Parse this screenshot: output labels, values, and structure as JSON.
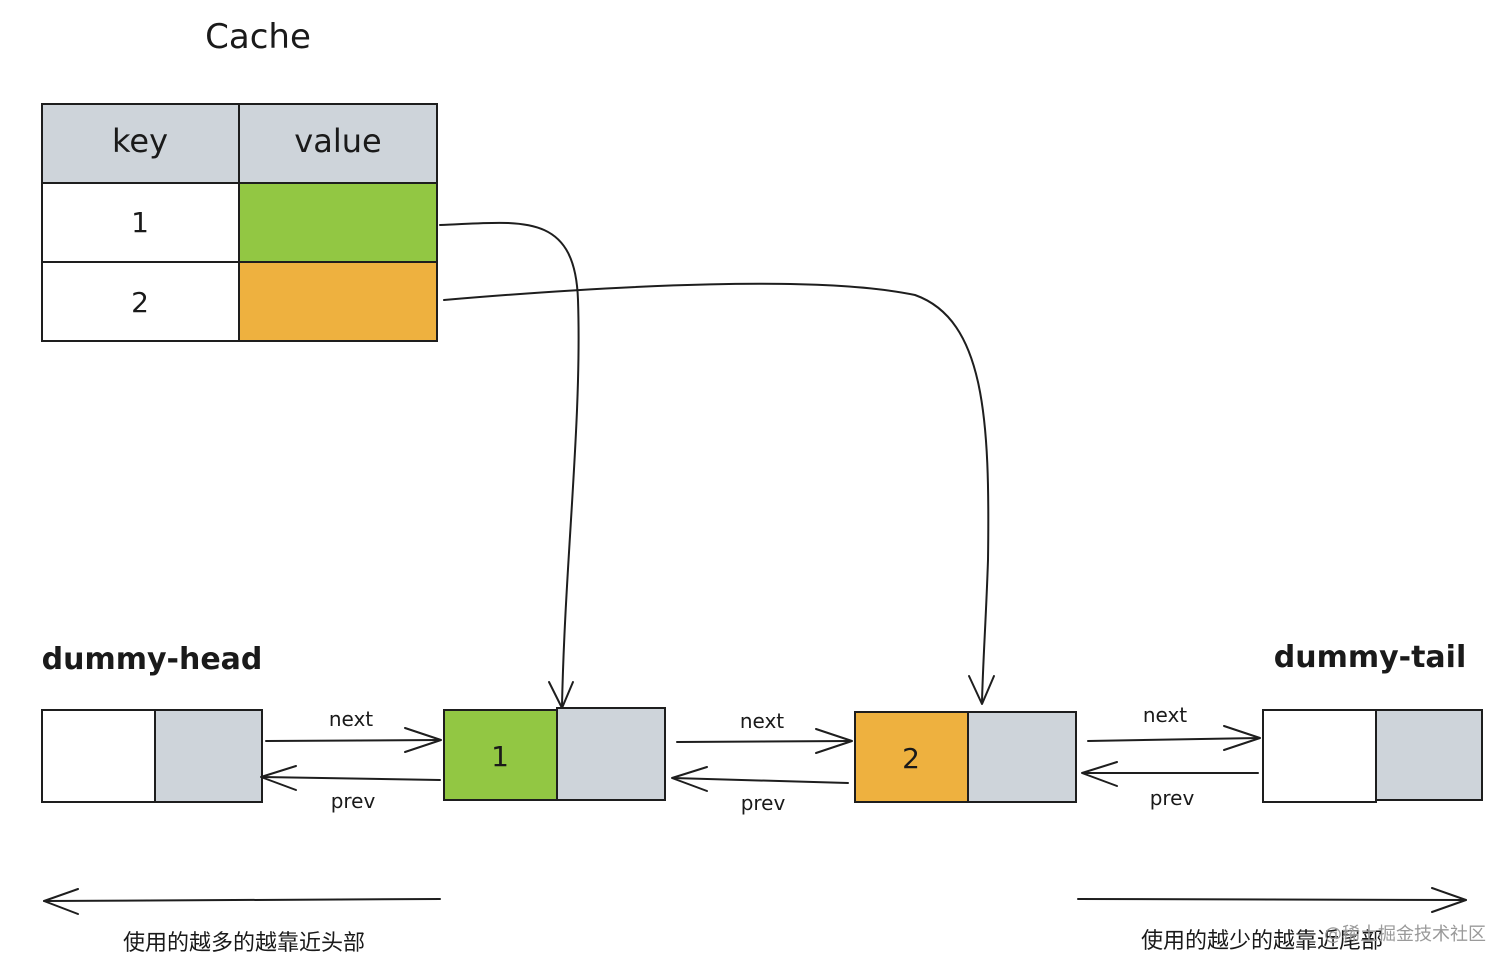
{
  "title": "Cache",
  "table": {
    "headers": [
      "key",
      "value"
    ],
    "rows": [
      {
        "key": "1",
        "value_color": "#92c743"
      },
      {
        "key": "2",
        "value_color": "#eeb13f"
      }
    ]
  },
  "list": {
    "head_label": "dummy-head",
    "tail_label": "dummy-tail",
    "nodes": [
      {
        "value": "1",
        "color": "#92c743"
      },
      {
        "value": "2",
        "color": "#eeb13f"
      }
    ],
    "next_label": "next",
    "prev_label": "prev"
  },
  "captions": {
    "left": "使用的越多的越靠近头部",
    "right": "使用的越少的越靠近尾部"
  },
  "watermark": "@稀土掘金技术社区",
  "colors": {
    "header_fill": "#ced4da",
    "pointer_fill": "#ced4da",
    "green": "#92c743",
    "orange": "#eeb13f",
    "stroke": "#1e1e1e"
  }
}
